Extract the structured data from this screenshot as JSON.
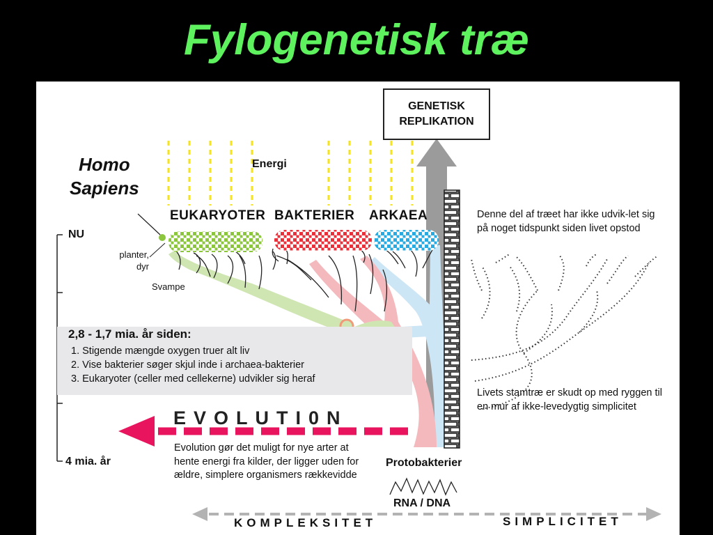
{
  "slide": {
    "title": "Fylogenetisk træ"
  },
  "diagram": {
    "replication_box": {
      "line1": "GENETISK",
      "line2": "REPLIKATION"
    },
    "energy_label": "Energi",
    "homo_sapiens": {
      "line1": "Homo",
      "line2": "Sapiens"
    },
    "groups": {
      "eukaryotes": "EUKARYOTER",
      "bacteria": "BAKTERIER",
      "archaea": "ARKAEA"
    },
    "sub_labels": {
      "plants_line1": "planter,",
      "plants_line2": "dyr",
      "fungi": "Svampe"
    },
    "timeline": {
      "now": "NU",
      "start": "4 mia. år"
    },
    "info_box": {
      "heading": "2,8 - 1,7 mia. år siden:",
      "items": [
        "1. Stigende mængde oxygen truer alt liv",
        "2. Vise bakterier søger skjul inde i archaea-bakterier",
        "3. Eukaryoter (celler med cellekerne) udvikler sig heraf"
      ]
    },
    "evolution": {
      "word": "EVOLUTI0N",
      "description": "Evolution gør det muligt for nye arter at hente energi fra kilder, der ligger uden for ældre, simplere organismers rækkevidde"
    },
    "protobacteria": "Protobakterier",
    "rna_dna": "RNA / DNA",
    "right_notes": {
      "top": "Denne del af træet har ikke udvik-let sig på noget tidspunkt siden livet opstod",
      "bottom": "Livets stamtræ er skudt op med ryggen til en mur af ikke-levedygtig simplicitet"
    },
    "axis": {
      "left": "KOMPLEKSITET",
      "right": "SIMPLICITET"
    },
    "colors": {
      "title_green": "#5ff25f",
      "eukaryote_green": "#8cc63f",
      "bacteria_red": "#e8313a",
      "archaea_blue": "#29abe2",
      "evolution_magenta": "#e8155e",
      "energy_yellow": "#f7e31a"
    }
  }
}
